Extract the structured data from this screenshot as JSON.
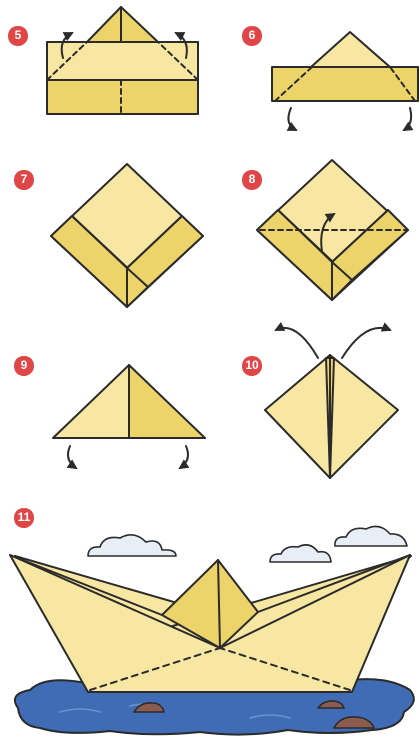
{
  "steps": [
    {
      "number": "5"
    },
    {
      "number": "6"
    },
    {
      "number": "7"
    },
    {
      "number": "8"
    },
    {
      "number": "9"
    },
    {
      "number": "10"
    },
    {
      "number": "11"
    }
  ],
  "colors": {
    "paper": "#f7e7a2",
    "paper_shade": "#ecd36a",
    "outline": "#2b2b2b",
    "badge": "#e04646",
    "water": "#3f6cb5",
    "water_light": "#6b93d1",
    "cloud": "#e7eef6",
    "rock": "#8a5b4e"
  }
}
